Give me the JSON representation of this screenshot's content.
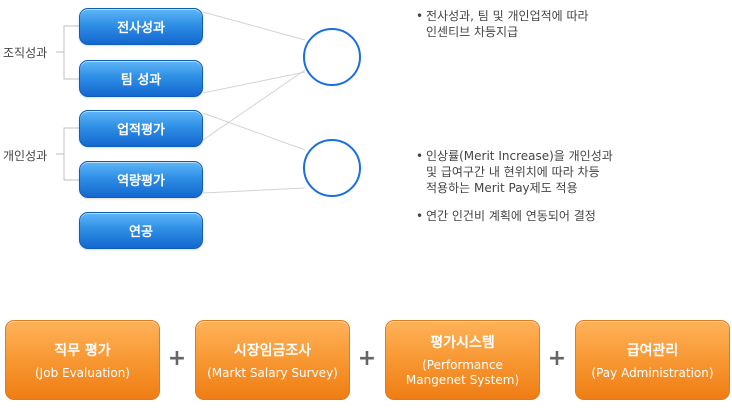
{
  "groups": {
    "org": "조직성과",
    "individual": "개인성과"
  },
  "buttons": {
    "company": "전사성과",
    "team": "팀 성과",
    "performance": "업적평가",
    "competency": "역량평가",
    "seniority": "연공"
  },
  "descriptions": {
    "incentive": [
      "전사성과, 팀 및 개인업적에 따라",
      "인센티브 차등지급"
    ],
    "merit": [
      "인상률(Merit Increase)을 개인성과",
      "및 급여구간 내 현위치에 따라 차등",
      "적용하는 Merit Pay제도 적용"
    ],
    "budget": [
      "연간 인건비 계획에 연동되어 결정"
    ],
    "bullet": "•"
  },
  "components": [
    {
      "title": "직무 평가",
      "subtitle": [
        "(Job Evaluation)"
      ]
    },
    {
      "title": "시장임금조사",
      "subtitle": [
        "(Markt Salary Survey)"
      ]
    },
    {
      "title": "평가시스템",
      "subtitle": [
        "(Performance",
        "Mangenet System)"
      ]
    },
    {
      "title": "급여관리",
      "subtitle": [
        "(Pay Administration)"
      ]
    }
  ],
  "plus_sign": "+",
  "colors": {
    "blue": "#2f8fe6",
    "orange": "#f7952f",
    "circle_stroke": "#1a6fe0",
    "connector": "#cfcfcf"
  }
}
